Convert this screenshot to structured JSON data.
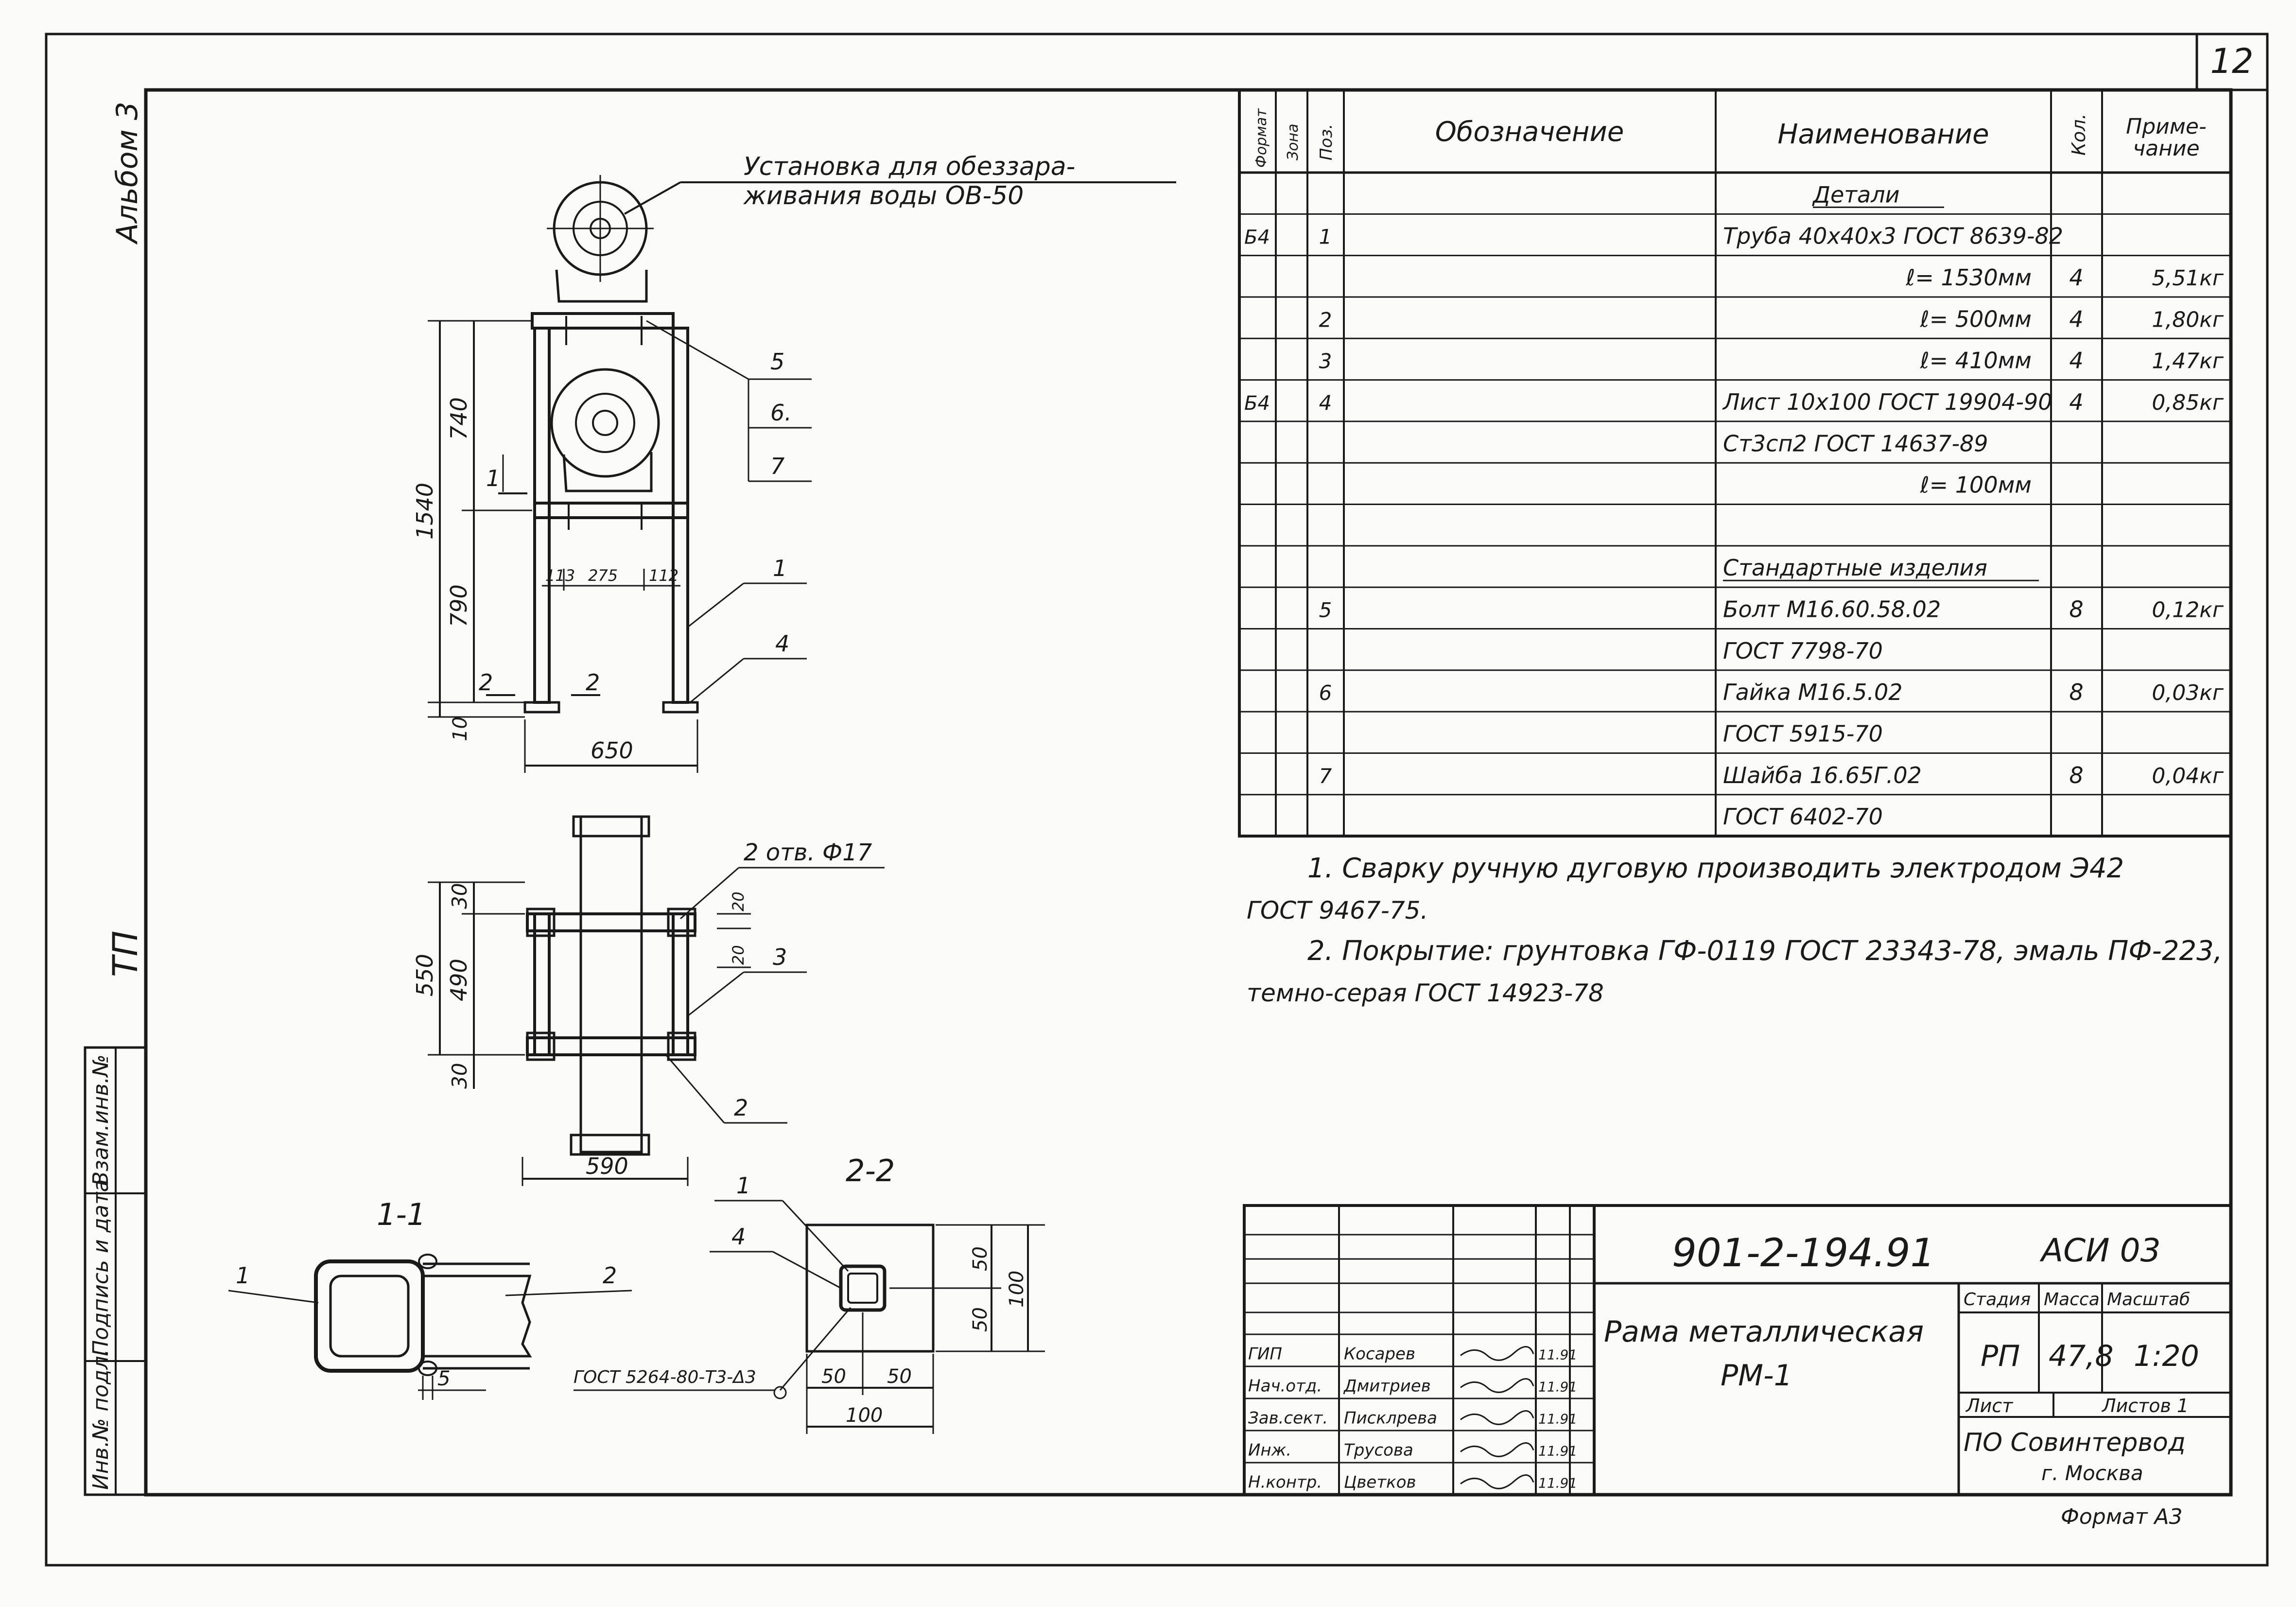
{
  "sheet_number": "12",
  "side_labels": {
    "album": "Альбом 3",
    "tp": "ТП",
    "vzam": "Взам.инв.№",
    "podpis": "Подпись и дата",
    "inv": "Инв.№ подл."
  },
  "drawing": {
    "unit_label": "Установка для обеззара-",
    "unit_label2": "живания воды ОВ-50",
    "dim_740": "740",
    "dim_1540": "1540",
    "dim_790": "790",
    "dim_10": "10",
    "dim_113": "113",
    "dim_275": "275",
    "dim_112": "112",
    "dim_650": "650",
    "dim_30a": "30",
    "dim_550": "550",
    "dim_490": "490",
    "dim_30b": "30",
    "dim_590": "590",
    "dim_20a": "20",
    "dim_20b": "20",
    "holes": "2 отв. Ф17",
    "sec_1_mark": "1",
    "sec_2_mark": "2",
    "pos_1": "1",
    "pos_2": "2",
    "pos_3": "3",
    "pos_4": "4",
    "pos_5": "5",
    "pos_6": "6.",
    "pos_7": "7",
    "section_11": "1-1",
    "section_22": "2-2",
    "s11_pos1": "1",
    "s11_pos2": "2",
    "s11_dim5": "5",
    "weld": "ГОСТ 5264-80-Т3-Δ3",
    "s22_pos1": "1",
    "s22_pos4": "4",
    "s22_50a": "50",
    "s22_50b": "50",
    "s22_100v": "100",
    "s22_50c": "50",
    "s22_50d": "50",
    "s22_100h": "100"
  },
  "spec": {
    "headers": {
      "format": "Формат",
      "zone": "Зона",
      "pos": "Поз.",
      "designation": "Обозначение",
      "name": "Наименование",
      "qty": "Кол.",
      "note": "Приме-",
      "note2": "чание"
    },
    "rows": [
      {
        "format": "",
        "pos": "",
        "name": "Детали",
        "qty": "",
        "note": ""
      },
      {
        "format": "Б4",
        "pos": "1",
        "name": "Труба 40х40х3 ГОСТ 8639-82",
        "qty": "",
        "note": ""
      },
      {
        "format": "",
        "pos": "",
        "name": "ℓ= 1530мм",
        "qty": "4",
        "note": "5,51кг"
      },
      {
        "format": "",
        "pos": "2",
        "name": "ℓ= 500мм",
        "qty": "4",
        "note": "1,80кг"
      },
      {
        "format": "",
        "pos": "3",
        "name": "ℓ= 410мм",
        "qty": "4",
        "note": "1,47кг"
      },
      {
        "format": "Б4",
        "pos": "4",
        "name": "Лист 10х100 ГОСТ 19904-90",
        "qty": "4",
        "note": "0,85кг"
      },
      {
        "format": "",
        "pos": "",
        "name": "Ст3сп2 ГОСТ 14637-89",
        "qty": "",
        "note": ""
      },
      {
        "format": "",
        "pos": "",
        "name": "ℓ= 100мм",
        "qty": "",
        "note": ""
      },
      {
        "format": "",
        "pos": "",
        "name": "",
        "qty": "",
        "note": ""
      },
      {
        "format": "",
        "pos": "",
        "name": "Стандартные изделия",
        "qty": "",
        "note": ""
      },
      {
        "format": "",
        "pos": "5",
        "name": "Болт М16.60.58.02",
        "qty": "8",
        "note": "0,12кг"
      },
      {
        "format": "",
        "pos": "",
        "name": "ГОСТ 7798-70",
        "qty": "",
        "note": ""
      },
      {
        "format": "",
        "pos": "6",
        "name": "Гайка М16.5.02",
        "qty": "8",
        "note": "0,03кг"
      },
      {
        "format": "",
        "pos": "",
        "name": "ГОСТ 5915-70",
        "qty": "",
        "note": ""
      },
      {
        "format": "",
        "pos": "7",
        "name": "Шайба 16.65Г.02",
        "qty": "8",
        "note": "0,04кг"
      },
      {
        "format": "",
        "pos": "",
        "name": "ГОСТ 6402-70",
        "qty": "",
        "note": ""
      }
    ]
  },
  "notes": {
    "n1a": "1. Сварку ручную дуговую производить электродом Э42",
    "n1b": "ГОСТ 9467-75.",
    "n2a": "2. Покрытие: грунтовка ГФ-0119 ГОСТ 23343-78, эмаль ПФ-223,",
    "n2b": "темно-серая ГОСТ 14923-78"
  },
  "title_block": {
    "doc_code": "901-2-194.91",
    "mark": "АСИ 03",
    "title1": "Рама металлическая",
    "title2": "РМ-1",
    "stage_h": "Стадия",
    "mass_h": "Масса",
    "scale_h": "Масштаб",
    "stage": "РП",
    "mass": "47,8",
    "scale": "1:20",
    "sheet_h": "Лист",
    "sheets_h": "Листов 1",
    "org1": "ПО Совинтервод",
    "org2": "г. Москва",
    "format": "Формат А3",
    "roles": [
      {
        "role": "ГИП",
        "name": "Косарев",
        "date": "11.91"
      },
      {
        "role": "Нач.отд.",
        "name": "Дмитриев",
        "date": "11.91"
      },
      {
        "role": "Зав.сект.",
        "name": "Писклрева",
        "date": "11.91"
      },
      {
        "role": "Инж.",
        "name": "Трусова",
        "date": "11.91"
      },
      {
        "role": "Н.контр.",
        "name": "Цветков",
        "date": "11.91"
      }
    ]
  }
}
